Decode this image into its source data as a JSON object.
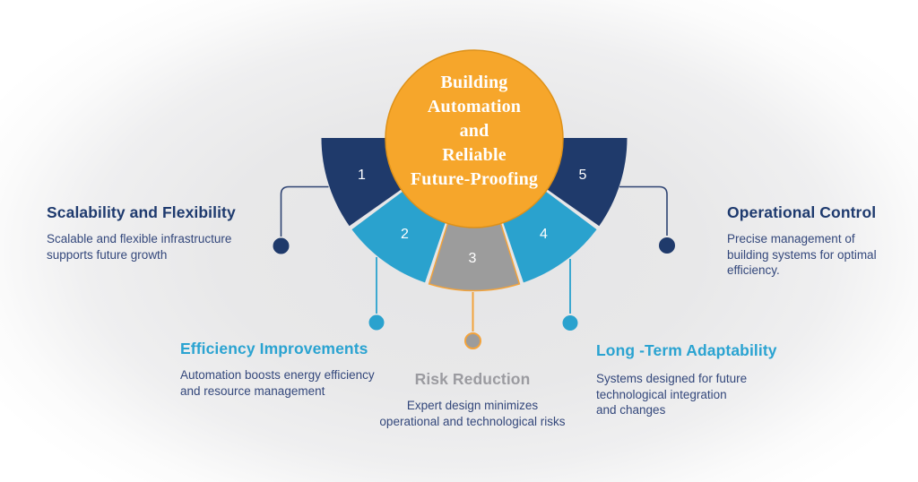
{
  "center": {
    "title_lines": [
      "Building",
      "Automation",
      "and",
      "Reliable",
      "Future-Proofing"
    ]
  },
  "segments": [
    {
      "number": "1",
      "color": "#1f3a6b",
      "topic": "Scalability and Flexibility"
    },
    {
      "number": "2",
      "color": "#2aa2ce",
      "topic": "Efficiency Improvements"
    },
    {
      "number": "3",
      "color": "#9c9c9c",
      "topic": "Risk Reduction"
    },
    {
      "number": "4",
      "color": "#2aa2ce",
      "topic": "Long -Term Adaptability"
    },
    {
      "number": "5",
      "color": "#1f3a6b",
      "topic": "Operational Control"
    }
  ],
  "labels": {
    "scalability": {
      "heading": "Scalability and Flexibility",
      "description": "Scalable and flexible infrastructure\nsupports future growth"
    },
    "efficiency": {
      "heading": "Efficiency Improvements",
      "description": "Automation boosts energy efficiency\nand resource management"
    },
    "risk": {
      "heading": "Risk Reduction",
      "description": "Expert design minimizes\noperational and technological risks"
    },
    "adaptability": {
      "heading": "Long -Term Adaptability",
      "description": "Systems designed for future\ntechnological integration\nand changes"
    },
    "operational": {
      "heading": "Operational Control",
      "description": "Precise management of\nbuilding systems for optimal\nefficiency."
    }
  },
  "colors": {
    "navy": "#1f3a6b",
    "cyan": "#2aa2ce",
    "gray": "#9c9c9c",
    "orange": "#f6a62b",
    "orange_stroke": "#de9118",
    "heading_navy": "#1e3a6e",
    "heading_cyan": "#2aa3d1",
    "heading_gray": "#9b9ba0",
    "body_text": "#33477b",
    "connector_navy": "#2e4372",
    "connector_orange": "#f2a33c",
    "title_text": "#ffffff"
  }
}
